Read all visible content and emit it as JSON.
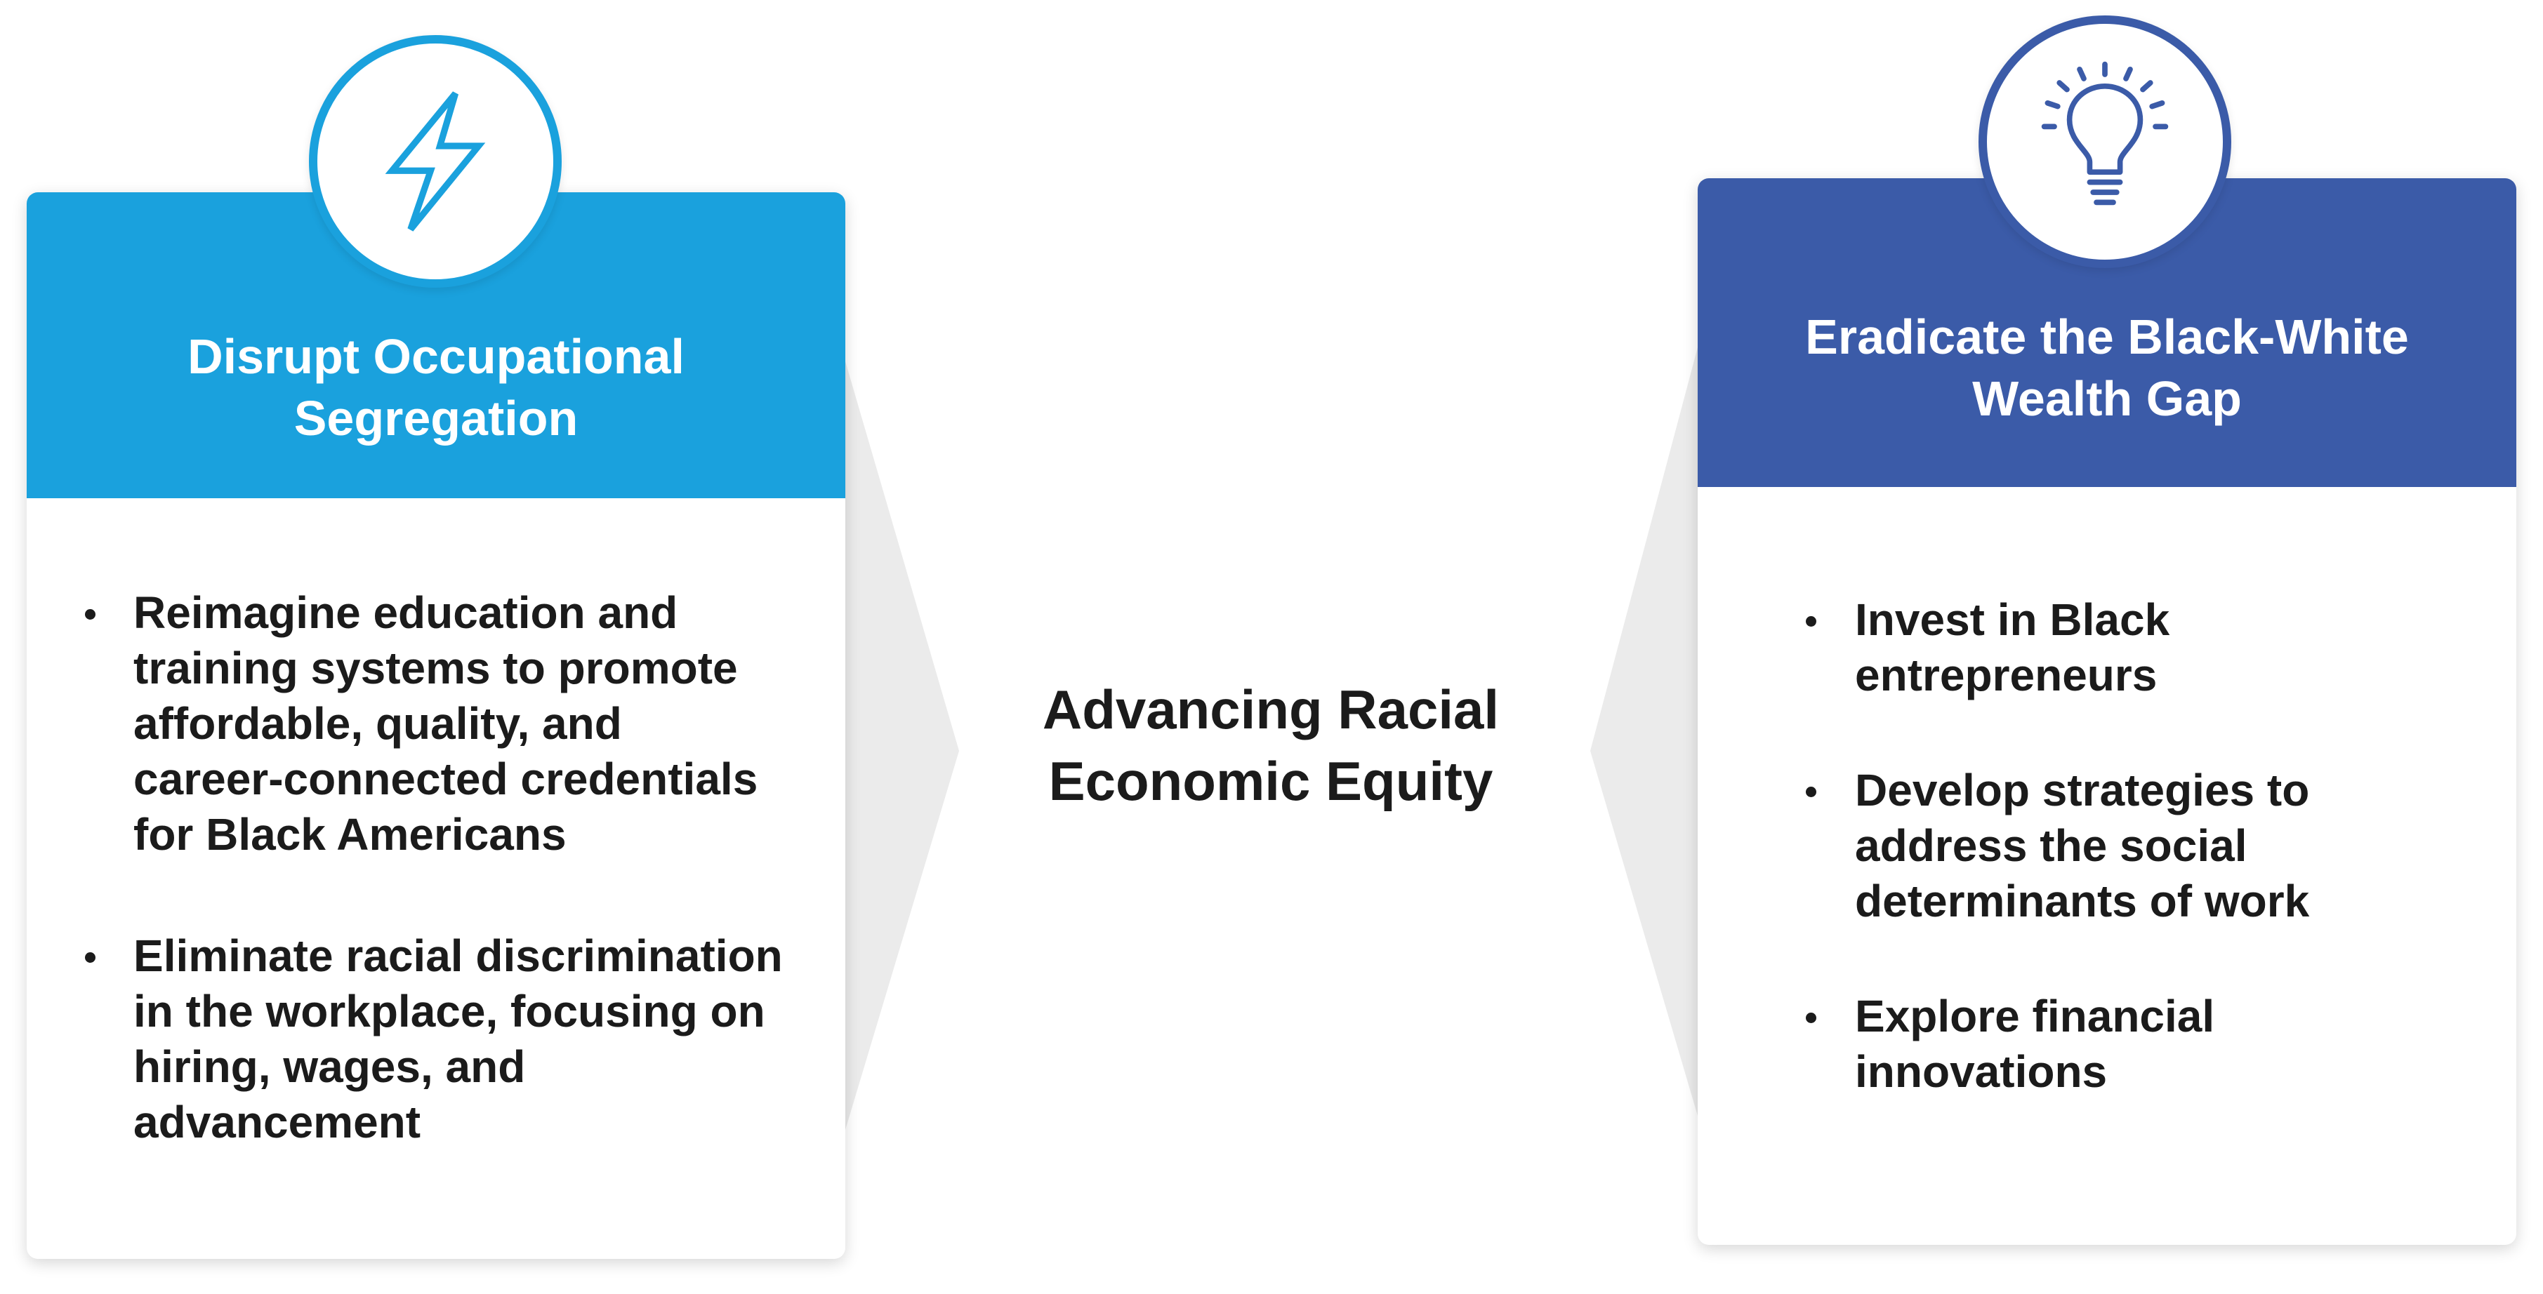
{
  "center": {
    "title_line1": "Advancing Racial",
    "title_line2": "Economic Equity"
  },
  "left_card": {
    "icon": "lightning-bolt-icon",
    "color": "#1aa1dd",
    "title_line1": "Disrupt Occupational",
    "title_line2": "Segregation",
    "bullets": [
      [
        "Reimagine education and",
        "training systems to promote",
        "affordable, quality, and",
        "career-connected credentials",
        "for Black Americans"
      ],
      [
        "Eliminate racial discrimination",
        "in the workplace, focusing on",
        "hiring, wages, and",
        "advancement"
      ]
    ]
  },
  "right_card": {
    "icon": "lightbulb-icon",
    "color": "#3b5ba8",
    "title_line1": "Eradicate the Black-White",
    "title_line2": "Wealth Gap",
    "bullets": [
      [
        "Invest in Black",
        "entrepreneurs"
      ],
      [
        "Develop strategies to",
        "address the social",
        "determinants of work"
      ],
      [
        "Explore financial",
        "innovations"
      ]
    ]
  },
  "colors": {
    "connector": "#ebebeb",
    "text": "#1b1b1b"
  }
}
